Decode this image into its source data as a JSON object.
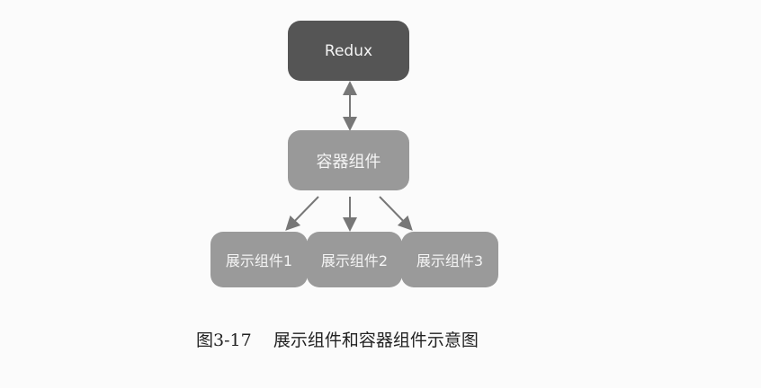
{
  "nodes": {
    "redux": "Redux",
    "container": "容器组件",
    "presentational": [
      "展示组件1",
      "展示组件2",
      "展示组件3"
    ]
  },
  "caption": {
    "number": "图3-17",
    "title": "展示组件和容器组件示意图"
  },
  "colors": {
    "redux": "#555555",
    "component": "#999999",
    "arrow": "#777777"
  }
}
